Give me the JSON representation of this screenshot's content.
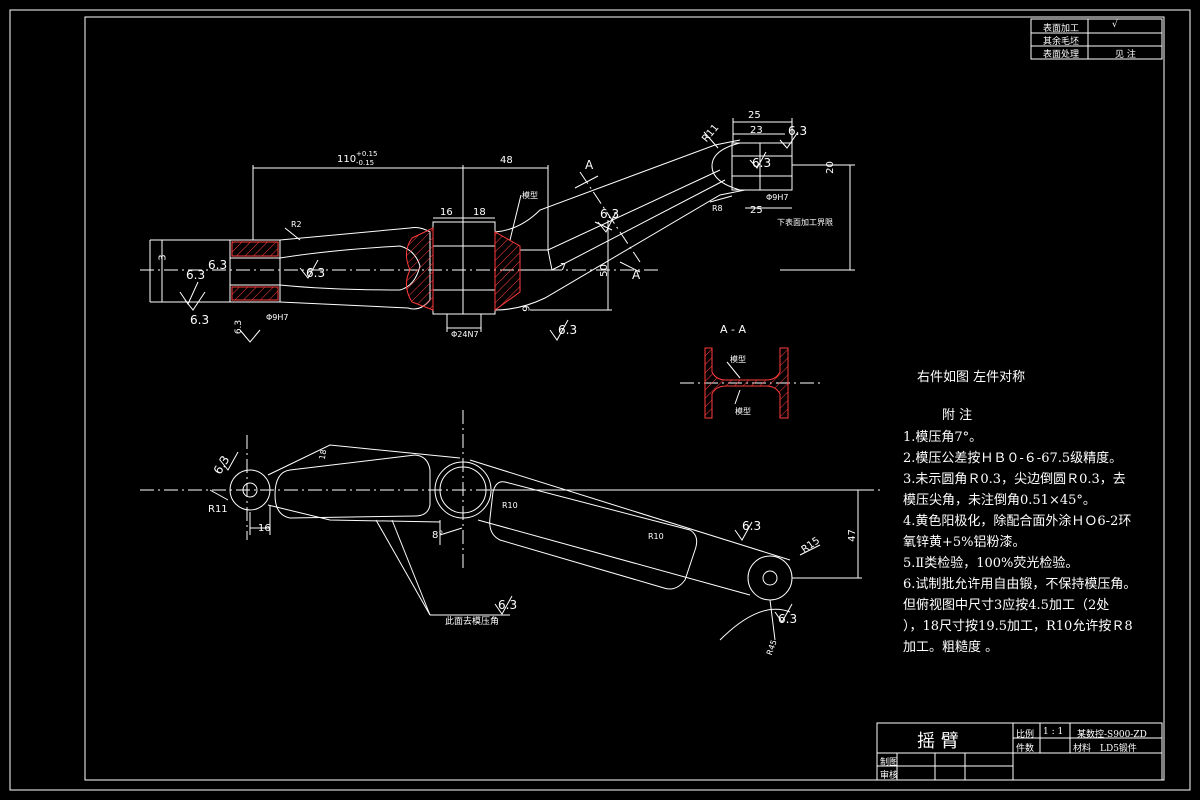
{
  "sheet": {
    "background": "#000000",
    "line_color": "#ffffff",
    "hatch_color": "#ff3b3b",
    "corner_table": [
      {
        "label": "表面加工"
      },
      {
        "label": "其余毛坯"
      },
      {
        "label": "表面处理",
        "value": "见 注"
      }
    ]
  },
  "title_block": {
    "part_name": "摇 臂",
    "scale_label": "比例",
    "scale_value": "1 : 1",
    "drawing_no": "某数控-S900-ZD",
    "count_label": "件数",
    "material_label": "材料",
    "material_value": "LD5锻件",
    "drawn_label": "制图",
    "checked_label": "审核"
  },
  "front_view": {
    "dims": {
      "length_110": "110",
      "tol_upper": "+0.15",
      "tol_lower": "-0.15",
      "d48": "48",
      "d16": "16",
      "d18": "18",
      "d25": "25",
      "d23": "23",
      "d25b": "25",
      "r11": "R11",
      "r8": "R8",
      "r2": "R2",
      "phi9h7": "Φ9H7",
      "phi24n7": "Φ24N7",
      "d20": "20",
      "d50": "50",
      "d9": "9",
      "d3": "3",
      "d7": "7"
    },
    "roughness": [
      "6.3",
      "6.3",
      "6.3",
      "6.3",
      "6.3",
      "6.3",
      "6.3",
      "6.3",
      "6.3"
    ],
    "labels": {
      "section_mark": "A",
      "die_mark": "模型",
      "lower_surface_note": "下表面加工界限"
    }
  },
  "section_view": {
    "title": "A - A",
    "die_mark": "模型"
  },
  "plan_view": {
    "dims": {
      "r11": "R11",
      "d16": "16",
      "d18": "18",
      "r10": "R10",
      "r10b": "R10",
      "r15": "R15",
      "d47": "47",
      "angle": "8°",
      "r45": "R45"
    },
    "roughness": [
      "6.3",
      "6.3",
      "6.3",
      "6.3"
    ],
    "labels": {
      "surface_note": "此面去模压角"
    }
  },
  "notes": {
    "symmetry": "右件如图 左件对称",
    "heading": "附  注",
    "items": [
      "1.模压角7°。",
      "2.模压公差按ＨＢ０-６-67.5级精度。",
      "3.未示圆角Ｒ0.3，尖边倒圆Ｒ0.3，去",
      "模压尖角，未注倒角0.51×45°。",
      "4.黄色阳极化，除配合面外涂ＨＯ6-2环",
      "氧锌黄+5%铝粉漆。",
      "5.Ⅱ类检验，100%荧光检验。",
      "6.试制批允许用自由锻，不保持模压角。",
      "但俯视图中尺寸3应按4.5加工（2处",
      "），18尺寸按19.5加工，R10允许按Ｒ8",
      "加工。粗糙度      。"
    ]
  }
}
